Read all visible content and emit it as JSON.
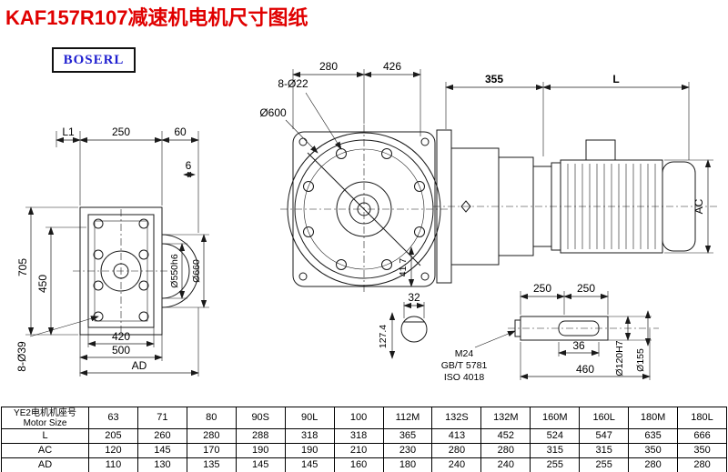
{
  "page": {
    "title": "KAF157R107减速机电机尺寸图纸",
    "logo": "BOSERL"
  },
  "drawing": {
    "labels": {
      "l1": "L1",
      "top250": "250",
      "top60": "60",
      "top6": "6",
      "h705": "705",
      "h450": "450",
      "o550": "Ø550h6",
      "o660": "Ø660",
      "holes39": "8-Ø39",
      "b420": "420",
      "b500": "500",
      "ad": "AD",
      "holes22": "8-Ø22",
      "o600": "Ø600",
      "d280": "280",
      "d426": "426",
      "d355": "355",
      "L": "L",
      "k32": "32",
      "k127": "127.4",
      "k41": "41.7",
      "s250a": "250",
      "s250b": "250",
      "m24": "M24",
      "gbt": "GB/T 5781",
      "iso": "ISO 4018",
      "s36": "36",
      "s460": "460",
      "o120": "Ø120H7",
      "o155": "Ø155",
      "ac": "AC"
    }
  },
  "table": {
    "header_cn": "YE2电机机座号",
    "header_en": "Motor Size",
    "sizes": [
      "63",
      "71",
      "80",
      "90S",
      "90L",
      "100",
      "112M",
      "132S",
      "132M",
      "160M",
      "160L",
      "180M",
      "180L"
    ],
    "rows": [
      {
        "label": "L",
        "values": [
          "205",
          "260",
          "280",
          "288",
          "318",
          "318",
          "365",
          "413",
          "452",
          "524",
          "547",
          "635",
          "666"
        ]
      },
      {
        "label": "AC",
        "values": [
          "120",
          "145",
          "170",
          "190",
          "190",
          "210",
          "230",
          "280",
          "280",
          "315",
          "315",
          "350",
          "350"
        ]
      },
      {
        "label": "AD",
        "values": [
          "110",
          "130",
          "135",
          "145",
          "145",
          "160",
          "180",
          "240",
          "240",
          "255",
          "255",
          "280",
          "280"
        ]
      }
    ]
  }
}
